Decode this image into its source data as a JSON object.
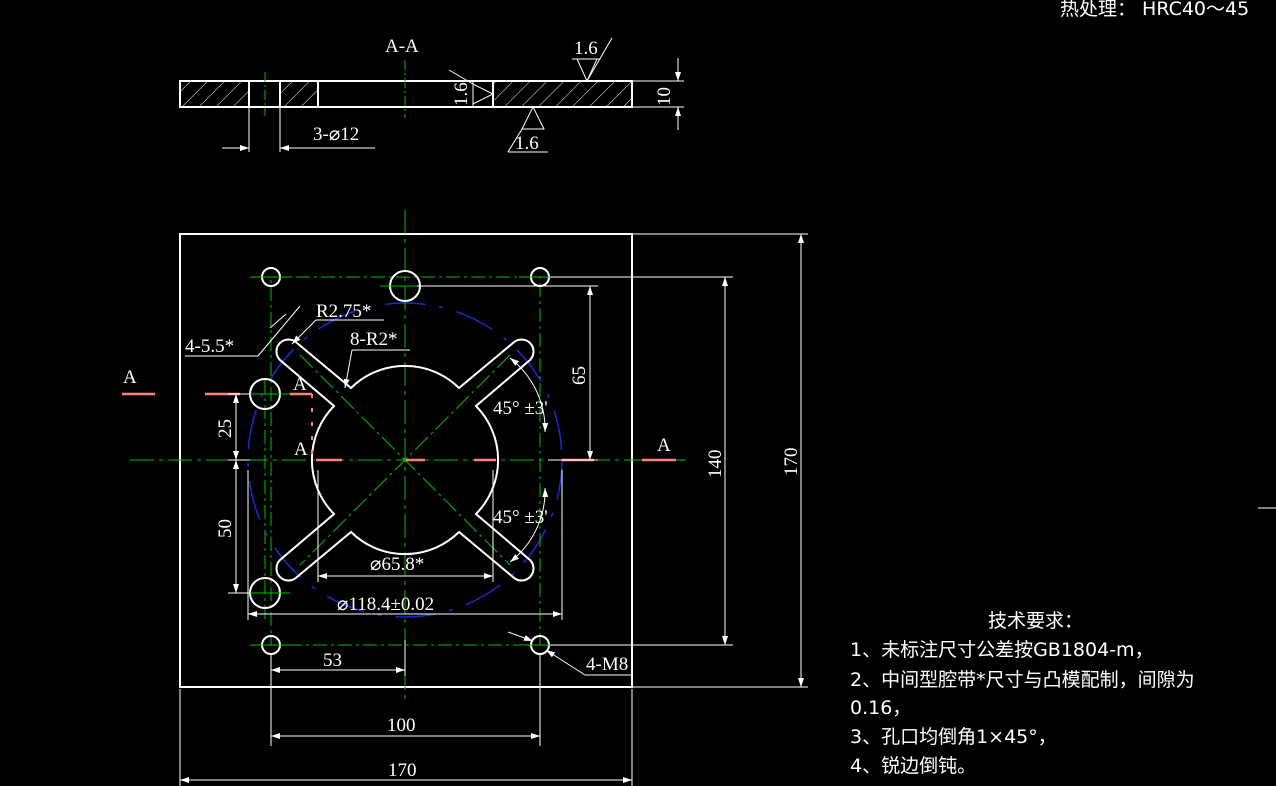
{
  "colors": {
    "background": "#000000",
    "outline": "#ffffff",
    "centerline": "#00c000",
    "section_mark": "#ff7f7f",
    "hidden_circle": "#1a2cd0"
  },
  "heat_treatment": "热处理：  HRC40～45",
  "section_view": {
    "title": "A-A",
    "roughness_top": "1.6",
    "roughness_side": "1.6",
    "roughness_bottom": "1.6",
    "thickness": "10",
    "hole_note": "3-⌀12"
  },
  "plan_view": {
    "cut_labels": [
      "A",
      "A",
      "A",
      "A"
    ],
    "r275": "R2.75*",
    "m55": "4-5.5*",
    "r2": "8-R2*",
    "d65": "65",
    "ang_top": "45° ±3'",
    "ang_bot": "45° ±3'",
    "d25": "25",
    "d50": "50",
    "d658": "⌀65.8*",
    "d1184": "⌀118.4±0.02",
    "d53": "53",
    "d100": "100",
    "d170w": "170",
    "d140": "140",
    "d170h": "170",
    "m8": "4-M8"
  },
  "tech_req": {
    "title": "技术要求：",
    "line1": "1、未标注尺寸公差按GB1804-m，",
    "line2": "2、中间型腔带*尺寸与凸模配制，间隙为",
    "line2b": "0.16，",
    "line3": "3、孔口均倒角1×45°，",
    "line4": "4、锐边倒钝。"
  }
}
